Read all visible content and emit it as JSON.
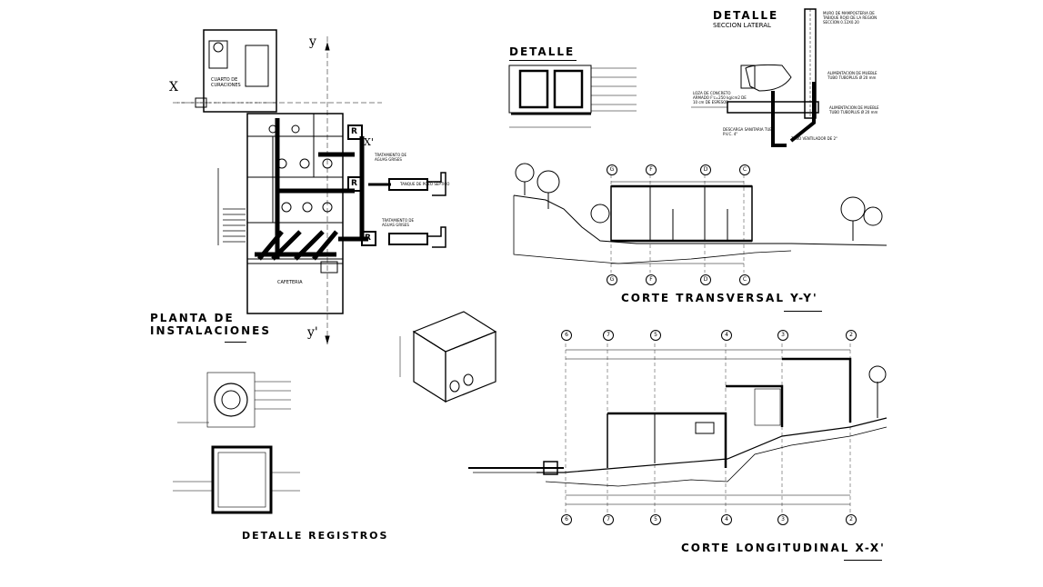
{
  "drawing": {
    "planta": {
      "title_line1": "PLANTA DE",
      "title_line2": "INSTALACIONES",
      "axis_x": "X",
      "axis_x_prime": "X'",
      "axis_y": "y",
      "axis_y_prime": "y'",
      "rooms": {
        "cuarto_curaciones": "CUARTO DE CURACIONES",
        "cafeteria": "CAFETERIA"
      },
      "registro_marker": "R",
      "tratamiento_grises": "TRATAMIENTO DE AGUAS GRISES",
      "tratamiento_grises_2": "TRATAMIENTO DE AGUAS GRISES",
      "tanque_label": "TANQUE DE POZO SEPTICO"
    },
    "detalle_top": {
      "title": "DETALLE"
    },
    "detalle_lateral": {
      "title": "DETALLE",
      "subtitle": "SECCION LATERAL",
      "notes": [
        "MURO DE MAMPOSTERIA DE TABIQUE ROJO DE LA REGION SECCION 0.12X0.20",
        "ALIMENTACION DE MUEBLE TUBO TUBOPLUS Ø 20 mm",
        "LOZA DE CONCRETO ARMADO F'c=250 kg/cm2 DE 10 cm DE ESPESOR",
        "ALIMENTACION DE MUEBLE TUBO TUBOPLUS Ø 20 mm",
        "DESCARGA SANITARIA TUBO P.V.C. 4\"",
        "TUBO VENTILADOR DE 2\""
      ]
    },
    "corte_transversal": {
      "title": "CORTE TRANSVERSAL Y-Y'",
      "axes_top": [
        "G",
        "F",
        "D",
        "C"
      ],
      "axes_bottom": [
        "G",
        "F",
        "D",
        "C"
      ]
    },
    "corte_longitudinal": {
      "title": "CORTE LONGITUDINAL X-X'",
      "axes_top": [
        "6",
        "7",
        "5",
        "4",
        "3",
        "2"
      ],
      "axes_bottom": [
        "6",
        "7",
        "5",
        "4",
        "3",
        "2"
      ]
    },
    "detalle_registros": {
      "title": "DETALLE REGISTROS"
    }
  }
}
